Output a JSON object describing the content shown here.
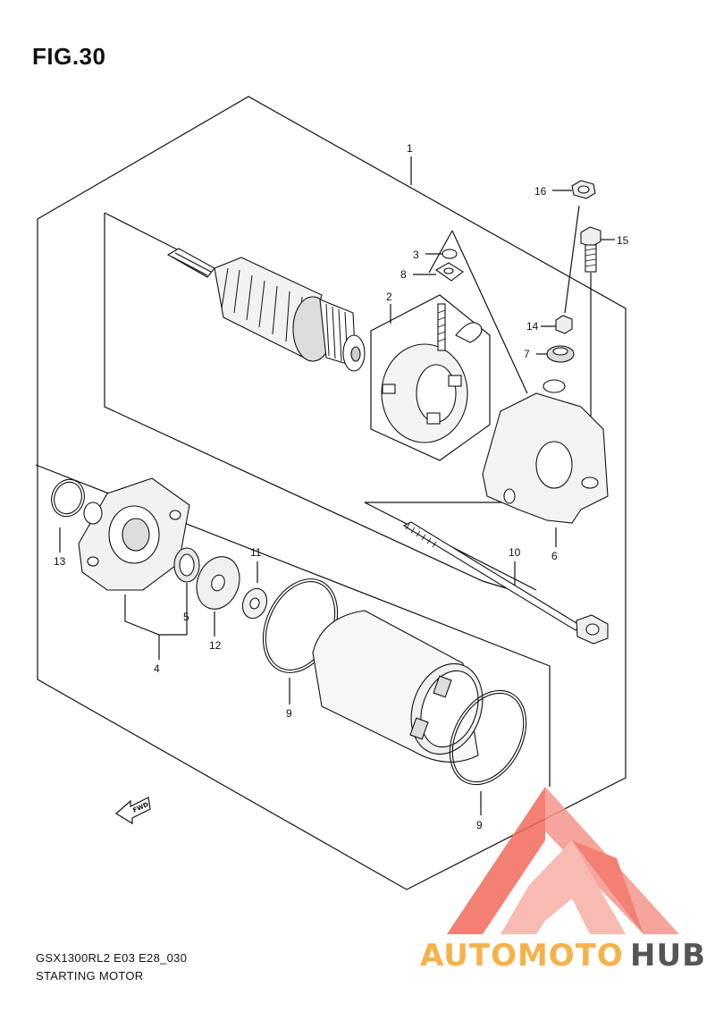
{
  "figure": {
    "title": "FIG.30",
    "model_code": "GSX1300RL2 E03 E28_030",
    "caption": "STARTING MOTOR"
  },
  "callouts": [
    {
      "id": "1",
      "label": "1"
    },
    {
      "id": "2",
      "label": "2"
    },
    {
      "id": "3",
      "label": "3"
    },
    {
      "id": "4",
      "label": "4"
    },
    {
      "id": "5",
      "label": "5"
    },
    {
      "id": "6",
      "label": "6"
    },
    {
      "id": "7",
      "label": "7"
    },
    {
      "id": "8",
      "label": "8"
    },
    {
      "id": "9a",
      "label": "9"
    },
    {
      "id": "9b",
      "label": "9"
    },
    {
      "id": "10",
      "label": "10"
    },
    {
      "id": "11",
      "label": "11"
    },
    {
      "id": "12",
      "label": "12"
    },
    {
      "id": "13",
      "label": "13"
    },
    {
      "id": "14",
      "label": "14"
    },
    {
      "id": "15",
      "label": "15"
    },
    {
      "id": "16",
      "label": "16"
    }
  ],
  "direction_marker": {
    "label": "FWD"
  },
  "watermark": {
    "part1": "AUTOMOTO",
    "part2": "HUB",
    "color_primary": "#f26b5b",
    "color_secondary": "#f6b24a",
    "color_dark": "#555555"
  }
}
